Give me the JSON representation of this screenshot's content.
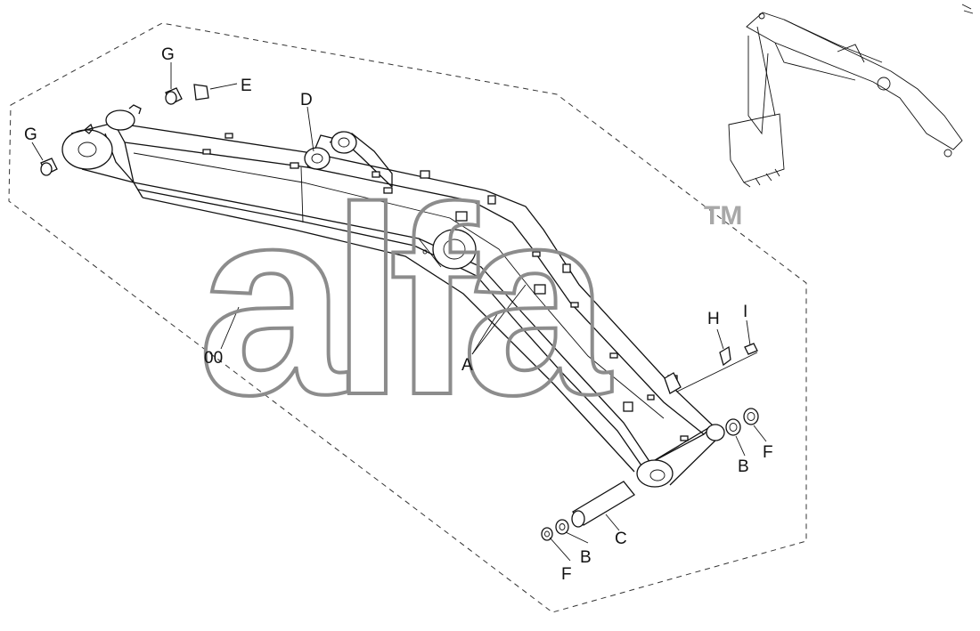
{
  "diagram": {
    "labels": {
      "assembly": "00",
      "a": "A",
      "b_lower": "B",
      "b_right": "B",
      "c": "C",
      "d": "D",
      "e": "E",
      "f_lower": "F",
      "f_right": "F",
      "g_left": "G",
      "g_top": "G",
      "h": "H",
      "i": "I"
    },
    "watermark": {
      "text": "alfa",
      "trademark": "TM"
    }
  }
}
